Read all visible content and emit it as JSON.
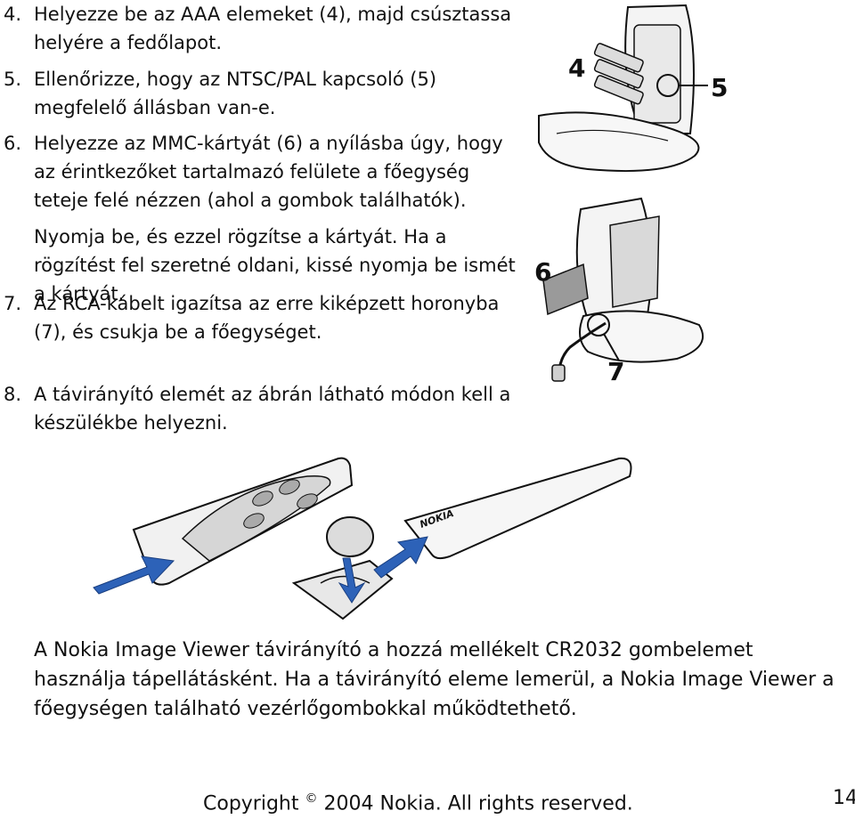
{
  "steps": [
    {
      "num": "4.",
      "text": "Helyezze be az AAA elemeket (4), majd csúsztassa helyére a fedőlapot."
    },
    {
      "num": "5.",
      "text": "Ellenőrizze, hogy az NTSC/PAL kapcsoló (5) megfelelő állásban van-e."
    },
    {
      "num": "6.",
      "text": "Helyezze az MMC-kártyát (6) a nyílásba úgy, hogy az érintkezőket tartalmazó felülete a főegység teteje felé nézzen (ahol a gombok találhatók)."
    },
    {
      "num": "7.",
      "text": "Az RCA-kábelt igazítsa az erre kiképzett horonyba (7), és csukja be a főegységet."
    },
    {
      "num": "8.",
      "text": "A távirányító elemét az ábrán látható módon kell a készülékbe helyezni."
    }
  ],
  "step6_extra": "Nyomja be, és ezzel rögzítse a kártyát. Ha a rögzítést fel szeretné oldani, kissé nyomja be ismét a kártyát.",
  "illustration": {
    "callouts": [
      "4",
      "5",
      "6",
      "7"
    ],
    "remote_brand": "NOKIA"
  },
  "battery_note": "A Nokia Image Viewer távirányító a hozzá mellékelt CR2032 gombelemet használja tápellátásként. Ha a távirányító eleme lemerül, a Nokia Image Viewer a főegységen található vezérlőgombokkal működtethető.",
  "footer": {
    "copyright_prefix": "Copyright",
    "copyright_symbol": "©",
    "copyright_text": "2004 Nokia. All rights reserved.",
    "page_number": "14"
  },
  "colors": {
    "arrow": "#2d62b8",
    "ink": "#111111"
  }
}
